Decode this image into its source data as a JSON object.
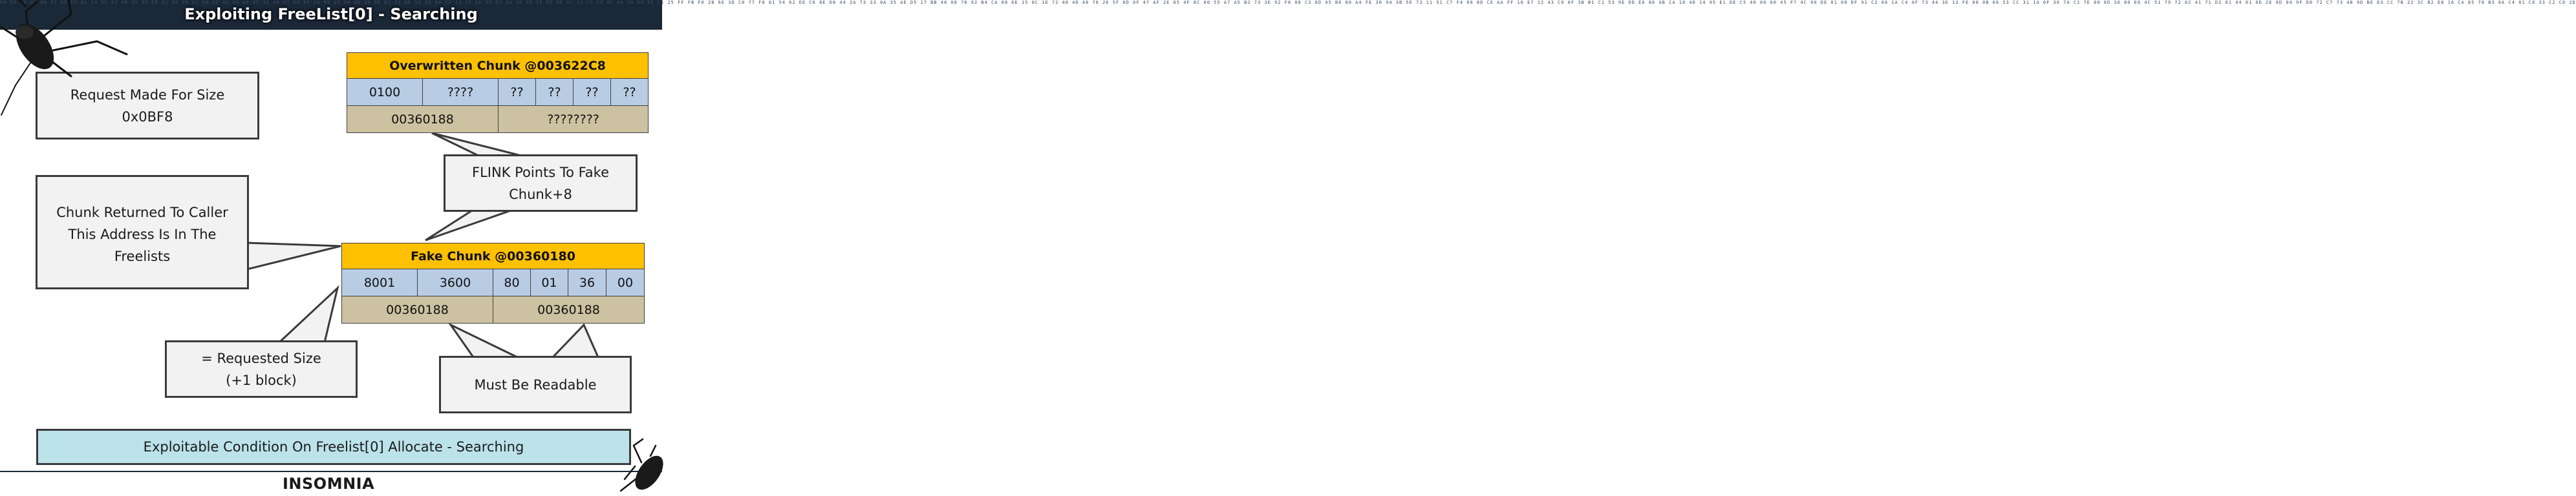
{
  "slide": {
    "title": "Exploiting FreeList[0] - Searching",
    "hex_background": "00 D8 3C 02 00 01 00 FF 81 C4 BC 03 00 45 BF EB 01 00 F0 01 00 02 00 00 A0 DC 26 00 07 00 8F 5A 99 01 06 8E 38 DE B1 53 6E 50 4E 44 C0 12 1F 8E 9F 52 DA 2B FD 10 6D 8E 6C 12 CC 54 8F 9A 30 04 EE C1 25 FF FB F0 2B 6E 3D C0 77 F8 01 54 62 DE C6 8E D8 44 2A 73 33 0A 35 AE D5 17 BB 40 08 78 92 B4 CA 00 6E 15 0C 1E 72 40 4D 48 76 26 5F 0D 0F 47 AF 2E 65 4F 8C 00 55 A7 A5 B2 73 3E 92 F0 00 C3 0D 45 B6 80 A4 FE 30 94 3B 5E 73 11 51 C7 F4 00 8D CE AA FF 10 E7 12 43 C9 0F 3B B1 C1 53 9E DD E6 86 AB CA 10 4D 14 95 E1 DE C5 46 00 00 45 F7 4C 00 DE 01 00 DF 91 C2 66 1A C4 AF 73 44 3E 12 FE 00 0B 66 53 CC 31 1A 0F 30 7A C1 7E 00 0D 36 80 E6 4C 51 79 72 02 41 71 D3 61 44 01 6D 2E 6D 04 9F D0 72 C7 73 48 9D BE D3 CC 7B 22 3C B2 E8 16 CA 85 78 B3 6A C4 81 C0 33 C2 C0 2D"
  },
  "request_box": {
    "line1": "Request Made For Size",
    "line2": "0x0BF8"
  },
  "returned_box": {
    "line1": "Chunk Returned To Caller",
    "line2": "This Address Is In The",
    "line3": "Freelists"
  },
  "requested_size_box": {
    "line1": "= Requested Size",
    "line2": "(+1 block)"
  },
  "flink_box": {
    "line1": "FLINK Points To Fake",
    "line2": "Chunk+8"
  },
  "readable_box": {
    "line1": "Must Be Readable"
  },
  "overwritten_chunk": {
    "header": "Overwritten Chunk @003622C8",
    "row1": [
      "0100",
      "????",
      "??",
      "??",
      "??",
      "??"
    ],
    "row2": [
      "00360188",
      "????????"
    ]
  },
  "fake_chunk": {
    "header": "Fake Chunk @00360180",
    "row1": [
      "8001",
      "3600",
      "80",
      "01",
      "36",
      "00"
    ],
    "row2": [
      "00360188",
      "00360188"
    ]
  },
  "footer": {
    "caption": "Exploitable Condition On Freelist[0] Allocate - Searching",
    "logo": "INSOMNIA"
  },
  "colors": {
    "header_bg": "#1b2838",
    "chunk_header": "#ffc000",
    "chunk_mid": "#b8cce4",
    "chunk_low": "#ccc1a0",
    "callout_bg": "#f2f2f2",
    "caption_bg": "#bce2ea"
  },
  "icons": [
    "cockroach-icon"
  ]
}
